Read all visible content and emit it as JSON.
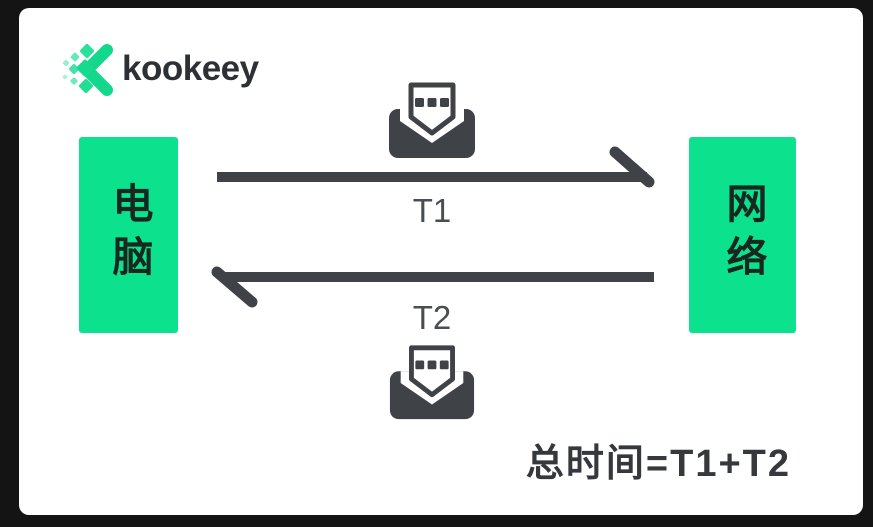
{
  "canvas": {
    "frame_color": "#141414",
    "card_color": "#ffffff"
  },
  "logo": {
    "text": "kookeey",
    "text_color": "#2d3136",
    "icon": "kookeey-diamond-burst-chevron-icon",
    "icon_color": "#12d78c"
  },
  "diagram": {
    "left_node": {
      "label": "电脑",
      "bg_color": "#0ce28d",
      "text_color": "#16281f"
    },
    "right_node": {
      "label": "网络",
      "bg_color": "#0ce28d",
      "text_color": "#16281f"
    },
    "top_flow": {
      "label": "T1",
      "direction": "left-to-right",
      "icon": "open-envelope-message-icon"
    },
    "bottom_flow": {
      "label": "T2",
      "direction": "right-to-left",
      "icon": "open-envelope-message-icon"
    },
    "arrow_color": "#3f4347",
    "formula": "总时间=T1+T2"
  }
}
